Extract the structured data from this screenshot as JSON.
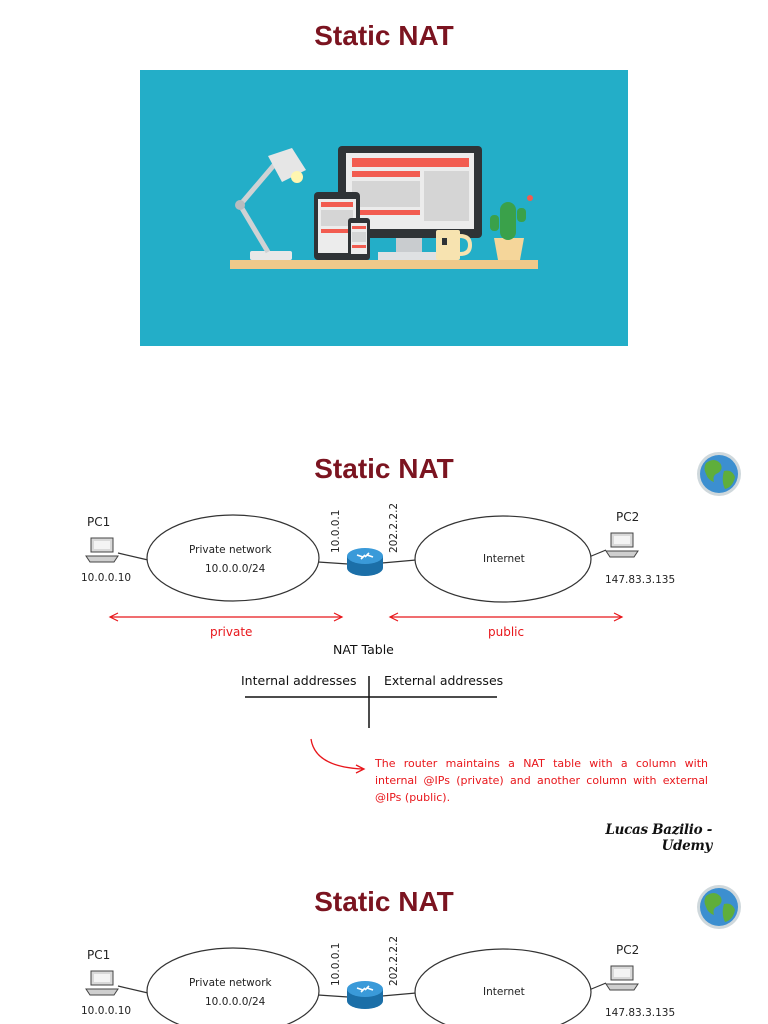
{
  "slides": [
    {
      "title": "Static NAT"
    },
    {
      "title": "Static NAT",
      "pc1": {
        "name": "PC1",
        "ip": "10.0.0.10"
      },
      "private_network": {
        "label": "Private network",
        "subnet": "10.0.0.0/24"
      },
      "router_inside_ip": "10.0.0.1",
      "router_outside_ip": "202.2.2.2",
      "internet": {
        "label": "Internet"
      },
      "pc2": {
        "name": "PC2",
        "ip": "147.83.3.135"
      },
      "private_label": "private",
      "public_label": "public",
      "nat_table": {
        "title": "NAT Table",
        "col_internal": "Internal addresses",
        "col_external": "External addresses"
      },
      "note": "The router maintains a NAT table with a column with internal @IPs (private) and another column with external @IPs (public).",
      "author": "Lucas Bazilio - Udemy"
    },
    {
      "title": "Static NAT",
      "pc1": {
        "name": "PC1",
        "ip": "10.0.0.10"
      },
      "private_network": {
        "label": "Private network",
        "subnet": "10.0.0.0/24"
      },
      "router_inside_ip": "10.0.0.1",
      "router_outside_ip": "202.2.2.2",
      "internet": {
        "label": "Internet"
      },
      "pc2": {
        "name": "PC2",
        "ip": "147.83.3.135"
      }
    }
  ],
  "colors": {
    "title": "#7b1420",
    "accent_red": "#e8161b",
    "banner": "#23aec8"
  }
}
